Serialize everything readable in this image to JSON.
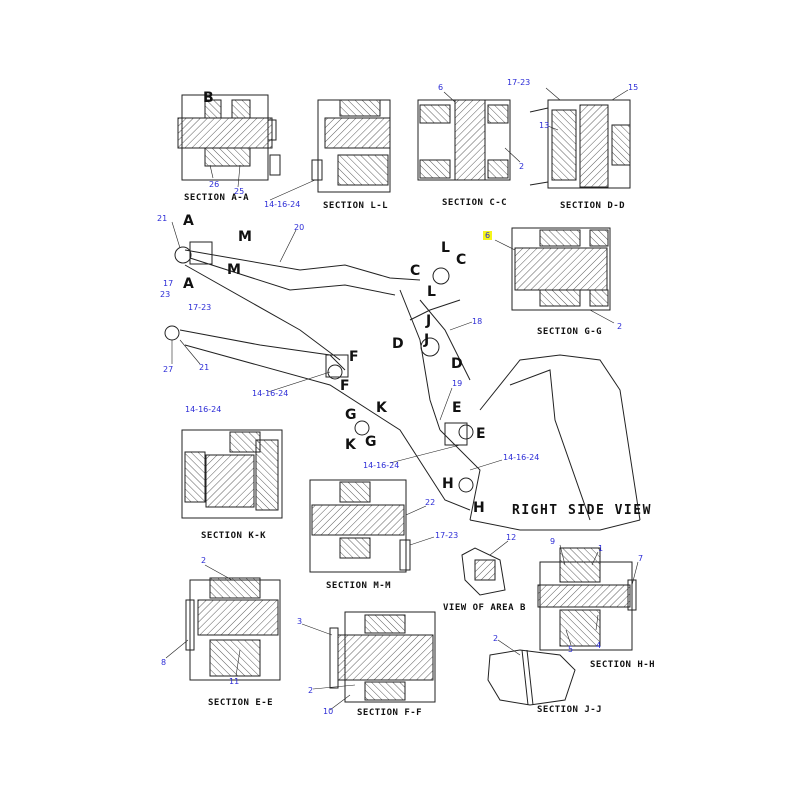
{
  "view_title": "RIGHT SIDE VIEW",
  "sections": {
    "aa": "SECTION A-A",
    "ll": "SECTION L-L",
    "cc": "SECTION C-C",
    "dd": "SECTION D-D",
    "gg": "SECTION G-G",
    "kk": "SECTION K-K",
    "mm": "SECTION M-M",
    "area_b": "VIEW OF AREA B",
    "hh": "SECTION H-H",
    "ee": "SECTION E-E",
    "ff": "SECTION F-F",
    "jj": "SECTION J-J"
  },
  "letters": {
    "b": "B",
    "a": "A",
    "m": "M",
    "c": "C",
    "l": "L",
    "j": "J",
    "d": "D",
    "f": "F",
    "g": "G",
    "k": "K",
    "e": "E",
    "h": "H"
  },
  "callouts": {
    "c26": "26",
    "c25": "25",
    "c14_16_24": "14-16-24",
    "c6": "6",
    "c2": "2",
    "c17_23": "17-23",
    "c15": "15",
    "c13": "13",
    "c21": "21",
    "c20": "20",
    "c17": "17",
    "c23": "23",
    "c18": "18",
    "c27": "27",
    "c19": "19",
    "c22": "22",
    "c12": "12",
    "c9": "9",
    "c1": "1",
    "c7": "7",
    "c5": "5",
    "c4": "4",
    "c8": "8",
    "c11": "11",
    "c3": "3",
    "c10": "10"
  },
  "highlight_color": "#f5f51a",
  "callout_color": "#2b2bd6"
}
